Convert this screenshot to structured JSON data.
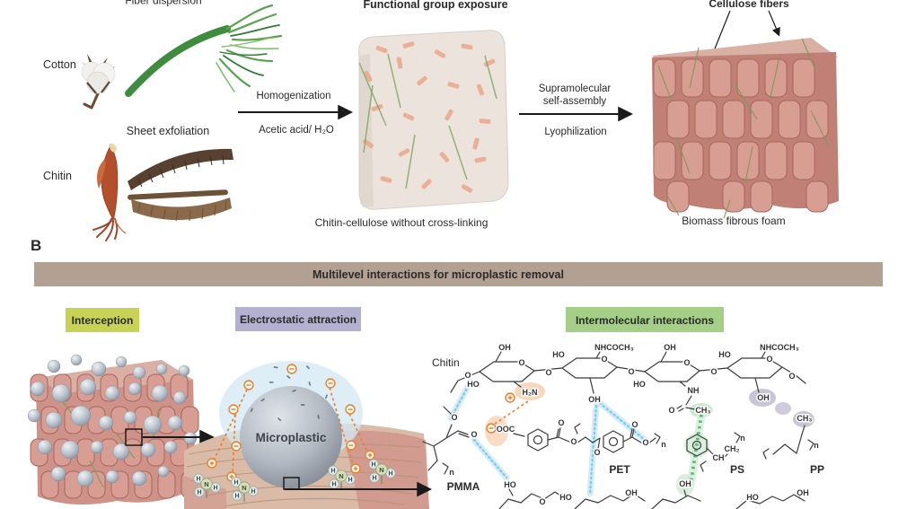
{
  "panel_a": {
    "fiber_dispersion": "Fiber dispersion",
    "cotton": "Cotton",
    "sheet_exfoliation": "Sheet exfoliation",
    "chitin": "Chitin",
    "functional_group_exposure": "Functional group exposure",
    "homogenization": "Homogenization",
    "acetic_acid": "Acetic acid/ H₂O",
    "supramolecular": "Supramolecular",
    "self_assembly": "self-assembly",
    "lyophilization": "Lyophilization",
    "cellulose_fibers": "Cellulose fibers",
    "caption_center": "Chitin-cellulose without cross-linking",
    "caption_right": "Biomass fibrous foam"
  },
  "panel_b": {
    "label": "B",
    "banner": "Multilevel interactions for microplastic removal",
    "interception": "Interception",
    "electrostatic": "Electrostatic attraction",
    "intermolecular": "Intermolecular interactions",
    "microplastic": "Microplastic",
    "chitin": "Chitin",
    "pmma": "PMMA",
    "pet": "PET",
    "ps": "PS",
    "pp": "PP"
  },
  "chem": {
    "oh": "OH",
    "ho": "HO",
    "o": "O",
    "nhcoch3": "NHCOCH₃",
    "h2n": "H₂N",
    "nh": "NH",
    "ch3": "CH₃",
    "ooc": "OOC",
    "ch": "CH",
    "ch2": "CH₂",
    "n": "n",
    "atom_h": "H",
    "atom_n": "N"
  },
  "colors": {
    "banner_bg": "#b2a192",
    "tag_interception": "#c8d355",
    "tag_electrostatic": "#b4b1d0",
    "tag_intermolecular": "#a3cf87",
    "foam_pink": "#cf9288",
    "foam_shadow": "#a5675e",
    "foam_slab": "#d89e94",
    "foam_top": "#dbb0a4",
    "cube_beige": "#ece3dc",
    "flake_salmon": "#eba98e",
    "fiber_green": "#57a44e",
    "sheet_brown": "#8a6a4a",
    "squid_red": "#b44f2c",
    "halo_blue": "#d4e9f4",
    "charge_orange": "#e87f2d",
    "hbond_blue": "#7ecdec",
    "pi_green": "#3fae5a",
    "hydrophobic_purple": "#948cb2",
    "mat_tan": "#d9bba7"
  }
}
